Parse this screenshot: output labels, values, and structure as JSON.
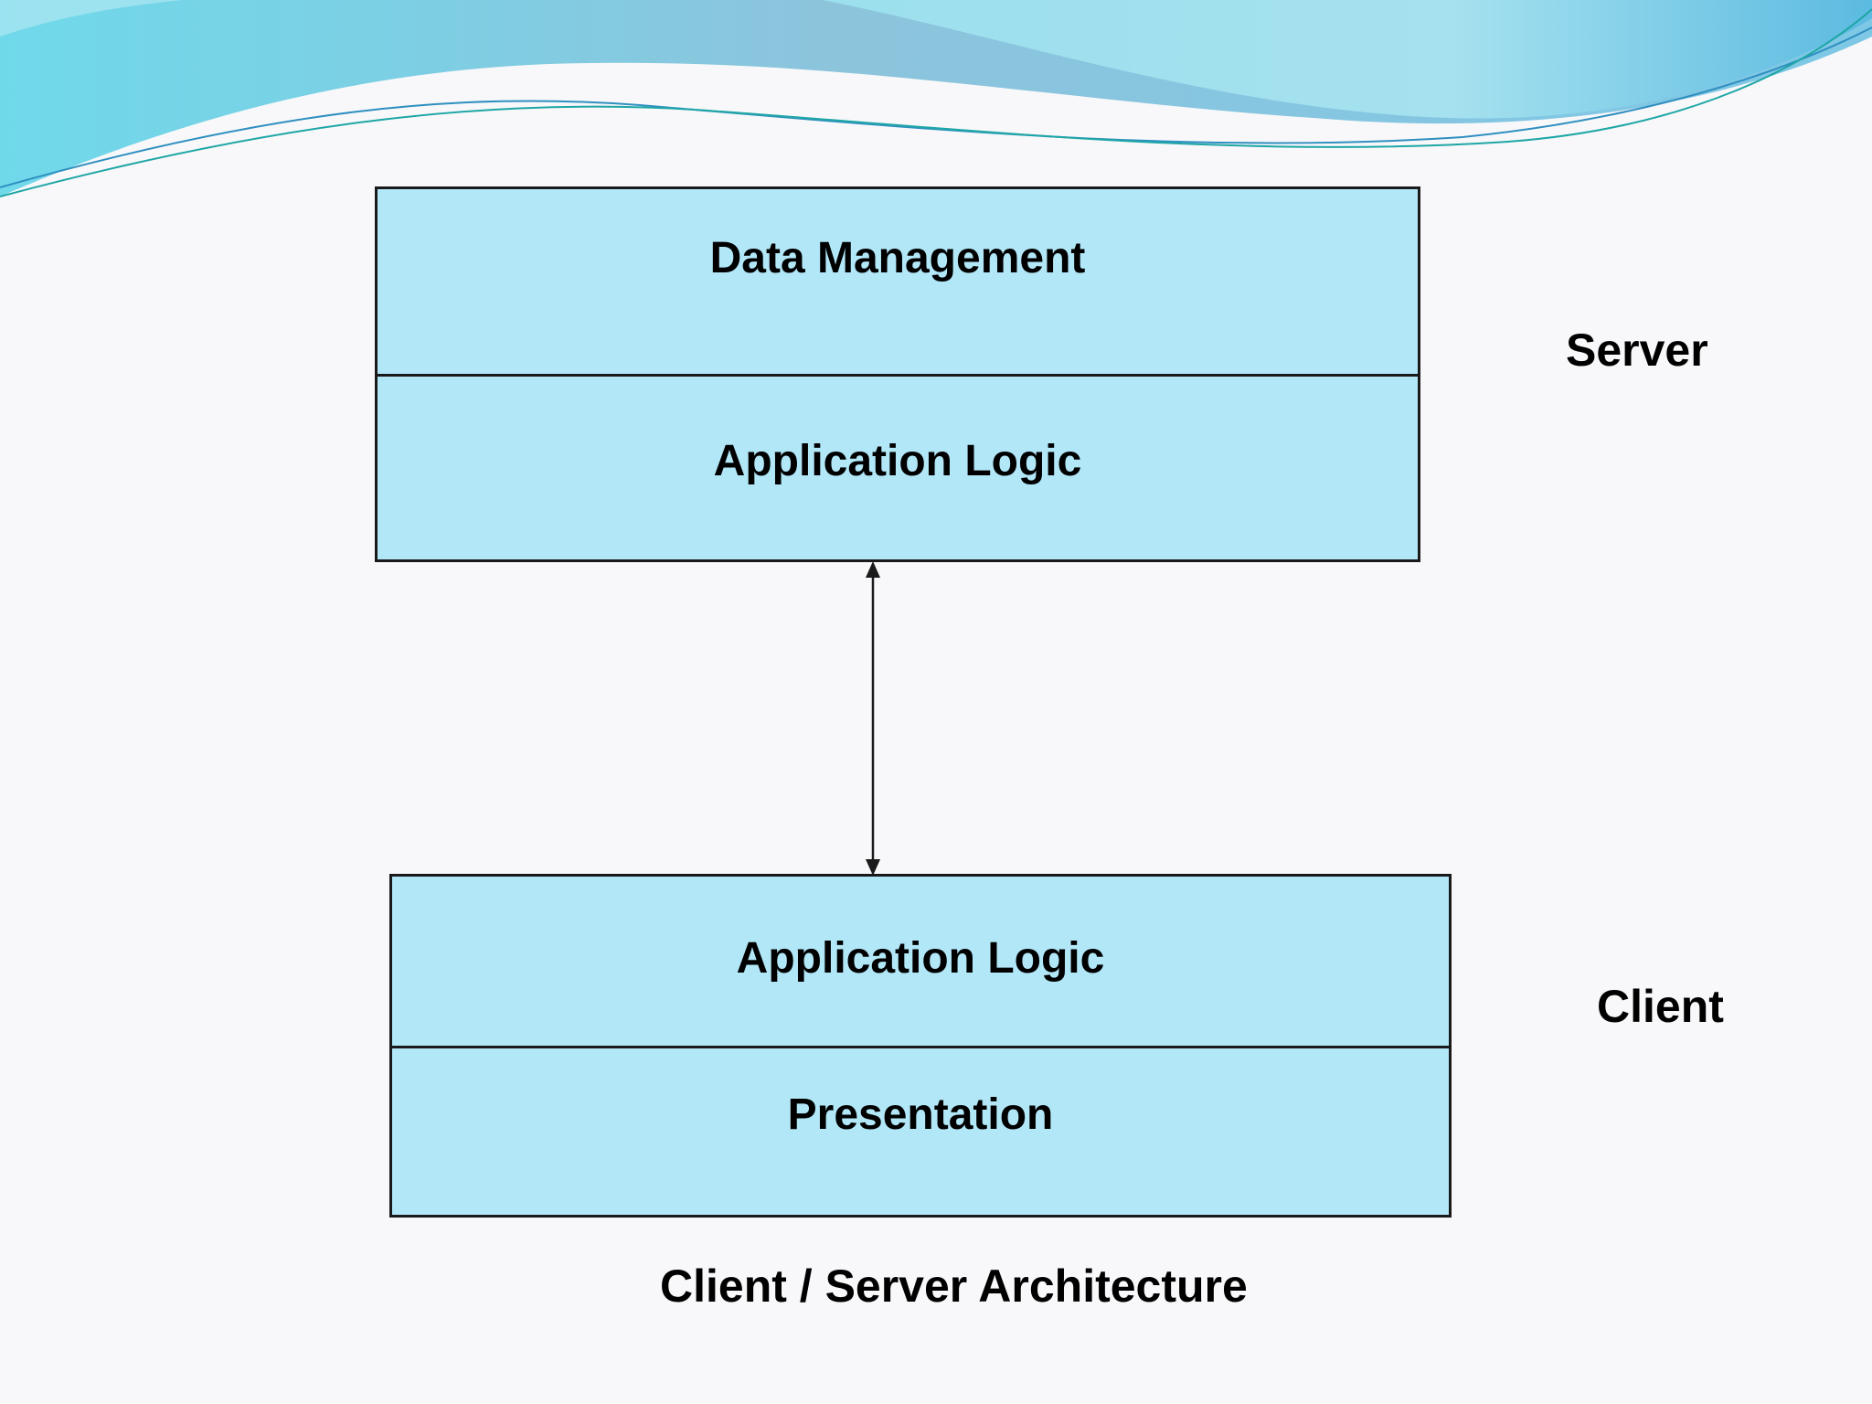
{
  "server": {
    "label": "Server",
    "layers": [
      "Data Management",
      "Application Logic"
    ]
  },
  "client": {
    "label": "Client",
    "layers": [
      "Application Logic",
      "Presentation"
    ]
  },
  "caption": "Client / Server Architecture",
  "colors": {
    "box_fill": "#b2e7f8",
    "box_border": "#1a1a1a",
    "background": "#f8f8fa",
    "wave_light": "#8fd8ec",
    "wave_dark": "#3aa7d6"
  }
}
